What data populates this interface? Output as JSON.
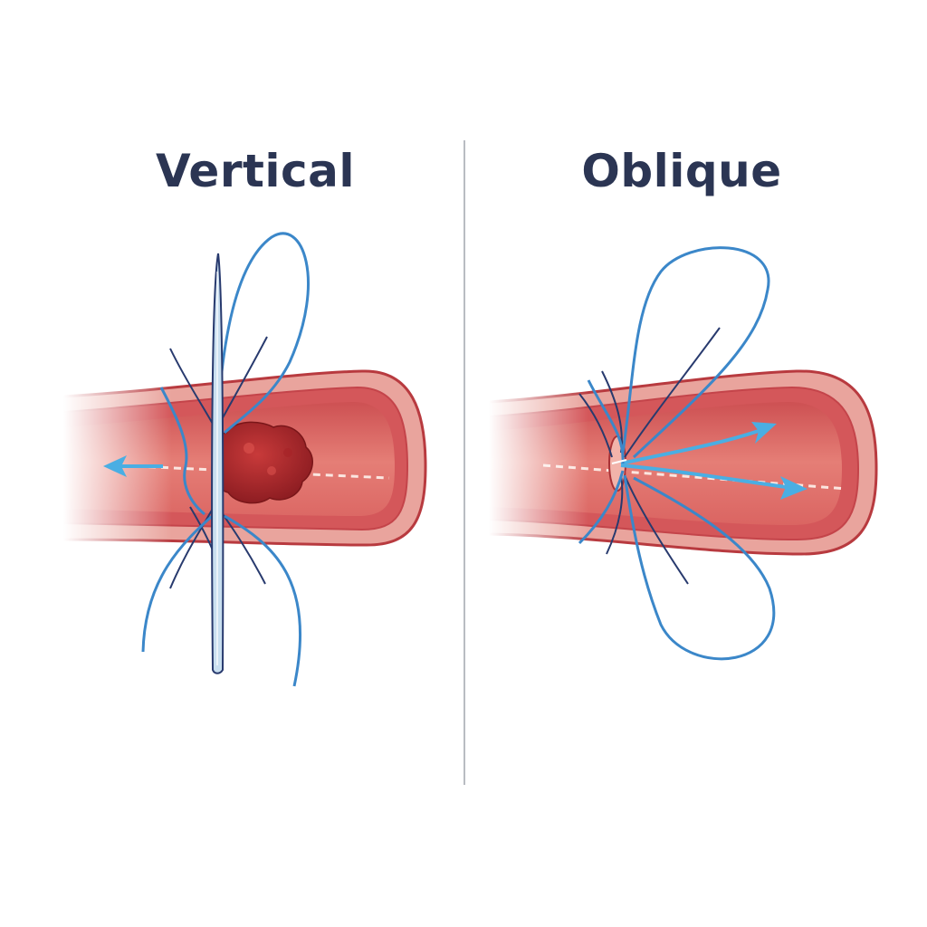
{
  "panels": [
    {
      "title": "Vertical"
    },
    {
      "title": "Oblique"
    }
  ],
  "colors": {
    "title": "#2b3553",
    "vessel_wall": "#d4575a",
    "vessel_outline": "#b83a3f",
    "lumen": "#e2746f",
    "clot": "#b5282b",
    "suture_light": "#3b87c9",
    "suture_dark": "#283a6e",
    "arrow": "#4aaee3",
    "divider": "#b9bcc2"
  },
  "icons": [
    "thrombus-clot",
    "needle",
    "suture-thread",
    "flow-arrow"
  ]
}
